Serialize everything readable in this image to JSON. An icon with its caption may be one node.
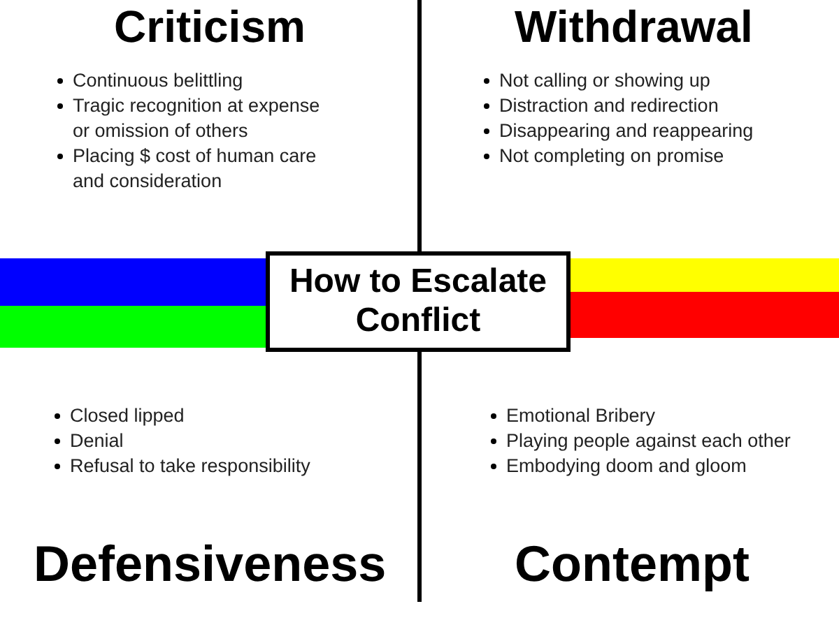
{
  "diagram": {
    "nodes": [
      {
        "text": [
          "How to Escalate Conflict"
        ]
      }
    ],
    "labels": [
      "Criticism",
      "Continuous belittling",
      "Tragic recognition at expense or omission of others",
      "Placing $ cost of human care and consideration",
      "Withdrawal",
      "Not calling or showing up",
      "Distraction and redirection",
      "Disappearing and reappearing",
      "Not completing on promise",
      "Closed lipped",
      "Denial",
      "Refusal to take responsibility",
      "Defensiveness",
      "Emotional Bribery",
      "Playing people against each other",
      "Embodying doom and gloom",
      "Contempt"
    ]
  }
}
